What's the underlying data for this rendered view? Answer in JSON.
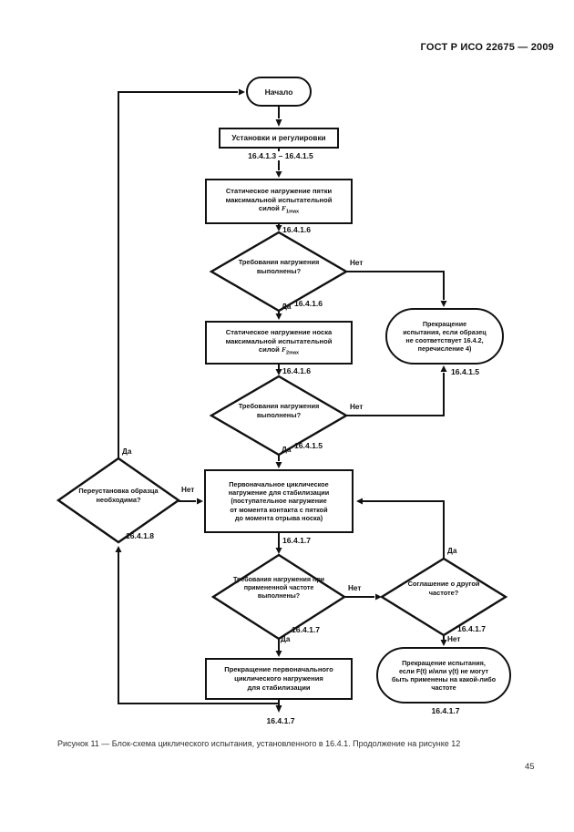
{
  "header": {
    "title": "ГОСТ Р ИСО 22675 — 2009"
  },
  "flow": {
    "start": {
      "label": "Начало"
    },
    "setup": {
      "label": "Установки и регулировки",
      "ref": "16.4.1.3 – 16.4.1.5"
    },
    "heel_static": {
      "line1": "Статическое нагружение пятки",
      "line2": "максимальной испытательной",
      "line3": "силой ",
      "symbol": "F",
      "sub": "1max",
      "ref": "16.4.1.6"
    },
    "decision_heel": {
      "line1": "Требования",
      "line2": "нагружения",
      "line3": "выполнены?",
      "yes": "Да",
      "no": "Нет",
      "ref": "16.4.1.6"
    },
    "abort_spec": {
      "line1": "Прекращение",
      "line2": "испытания, если образец",
      "line3": "не соответствует 16.4.2,",
      "line4": "перечисление 4)",
      "ref": "16.4.1.5"
    },
    "toe_static": {
      "line1": "Статическое нагружение носка",
      "line2": "максимальной испытательной",
      "line3": "силой ",
      "symbol": "F",
      "sub": "2max",
      "ref": "16.4.1.6"
    },
    "decision_toe": {
      "line1": "Требования",
      "line2": "нагружения",
      "line3": "выполнены?",
      "yes": "Да",
      "no": "Нет",
      "ref": "16.4.1.5"
    },
    "cyclic": {
      "line1": "Первоначальное циклическое",
      "line2": "нагружение для стабилизации",
      "line3": "(поступательное нагружение",
      "line4": "от момента контакта с пяткой",
      "line5": "до момента отрыва носка)",
      "ref": "16.4.1.7"
    },
    "reinstall": {
      "line1": "Переустановка",
      "line2": "образца",
      "line3": "необходима?",
      "yes": "Да",
      "no": "Нет",
      "ref": "16.4.1.8"
    },
    "decision_freq": {
      "line1": "Требования",
      "line2": "нагружения",
      "line3": "при примененной",
      "line4": "частоте",
      "line5": "выполнены?",
      "yes": "Да",
      "no": "Нет",
      "ref": "16.4.1.7"
    },
    "decision_agree": {
      "line1": "Соглашение",
      "line2": "о другой",
      "line3": "частоте?",
      "yes": "Да",
      "no": "Нет",
      "ref": "16.4.1.7"
    },
    "abort_freq": {
      "line1": "Прекращение испытания,",
      "line2": "если F(t) и/или γ(t) не могут",
      "line3": "быть применены на какой-либо",
      "line4": "частоте",
      "ref": "16.4.1.7"
    },
    "stop_cyclic": {
      "line1": "Прекращение первоначального",
      "line2": "циклического нагружения",
      "line3": "для стабилизации",
      "ref": "16.4.1.7"
    }
  },
  "caption": "Рисунок 11 — Блок-схема  циклического испытания, установленного в 16.4.1. Продолжение на рисунке 12",
  "page_number": "45"
}
